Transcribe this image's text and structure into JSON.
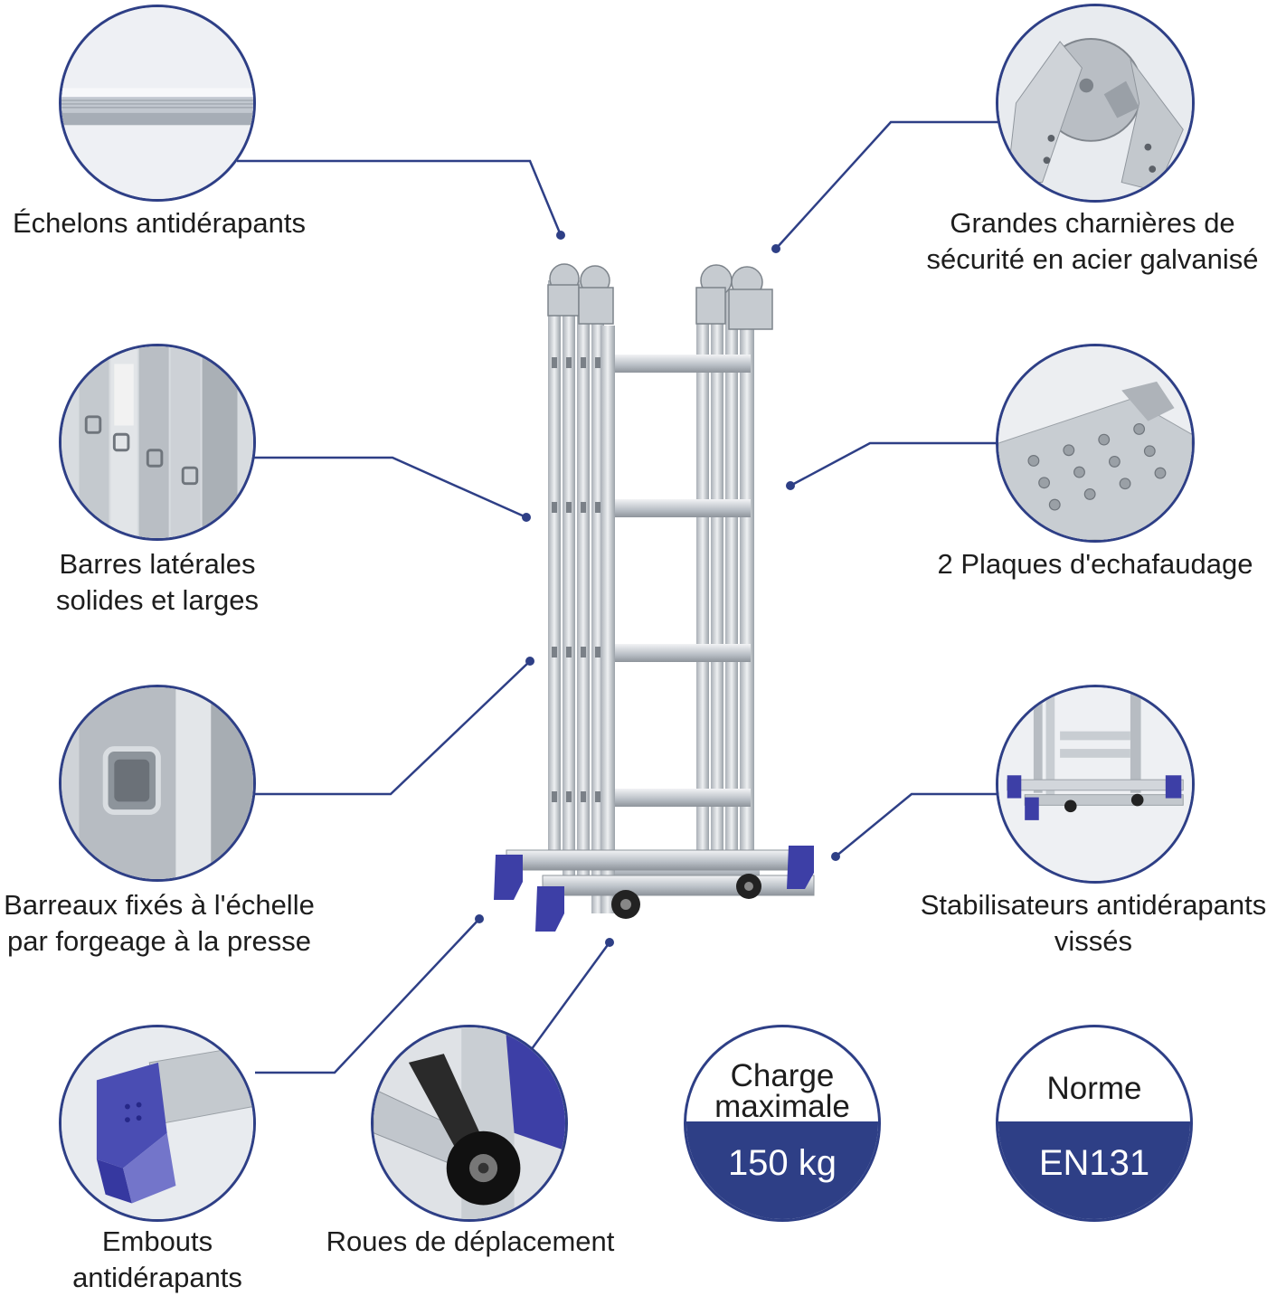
{
  "features": [
    {
      "id": "rungs",
      "label_lines": [
        "Échelons antidérapants"
      ],
      "icon": "rung-closeup-icon"
    },
    {
      "id": "hinges",
      "label_lines": [
        "Grandes charnières de",
        "sécurité en acier galvanisé"
      ],
      "icon": "hinge-closeup-icon"
    },
    {
      "id": "side-bars",
      "label_lines": [
        "Barres latérales",
        "solides et larges"
      ],
      "icon": "side-bar-closeup-icon"
    },
    {
      "id": "plates",
      "label_lines": [
        "2 Plaques d'echafaudage"
      ],
      "icon": "scaffold-plate-closeup-icon"
    },
    {
      "id": "forged",
      "label_lines": [
        "Barreaux fixés à l'échelle",
        "par forgeage à la presse"
      ],
      "icon": "forged-rung-closeup-icon"
    },
    {
      "id": "stabilizers",
      "label_lines": [
        "Stabilisateurs antidérapants",
        "vissés"
      ],
      "icon": "stabilizer-closeup-icon"
    },
    {
      "id": "end-caps",
      "label_lines": [
        "Embouts",
        "antidérapants"
      ],
      "icon": "end-cap-closeup-icon"
    },
    {
      "id": "wheels",
      "label_lines": [
        "Roues de déplacement"
      ],
      "icon": "wheel-closeup-icon"
    }
  ],
  "badges": {
    "max_load": {
      "title_lines": [
        "Charge",
        "maximale"
      ],
      "value": "150 kg"
    },
    "norm": {
      "title_lines": [
        "Norme"
      ],
      "value": "EN131"
    }
  },
  "colors": {
    "accent": "#2e3f86",
    "aluminium": "#c9ced4",
    "foot": "#3d3fa6"
  }
}
